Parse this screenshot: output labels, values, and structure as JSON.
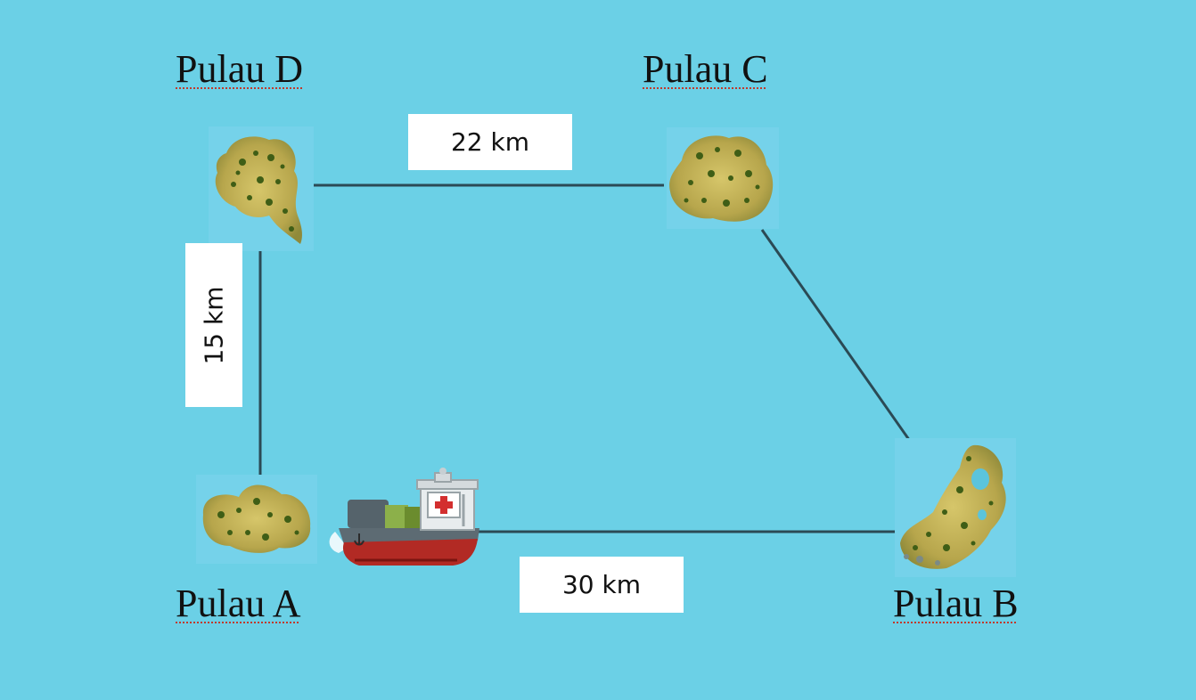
{
  "colors": {
    "sea": "#6bd0e6",
    "route_line": "#2b4a55",
    "island_sand": "#c9b85a",
    "island_forest": "#4c6a1c",
    "boat_hull": "#b22a24"
  },
  "islands": {
    "a": {
      "name": "Pulau A"
    },
    "b": {
      "name": "Pulau B"
    },
    "c": {
      "name": "Pulau C"
    },
    "d": {
      "name": "Pulau D"
    }
  },
  "distances": {
    "d_c": "22 km",
    "d_a": "15 km",
    "a_b": "30 km"
  },
  "icons": {
    "boat": "ambulance-boat-icon",
    "island": "island-icon"
  }
}
